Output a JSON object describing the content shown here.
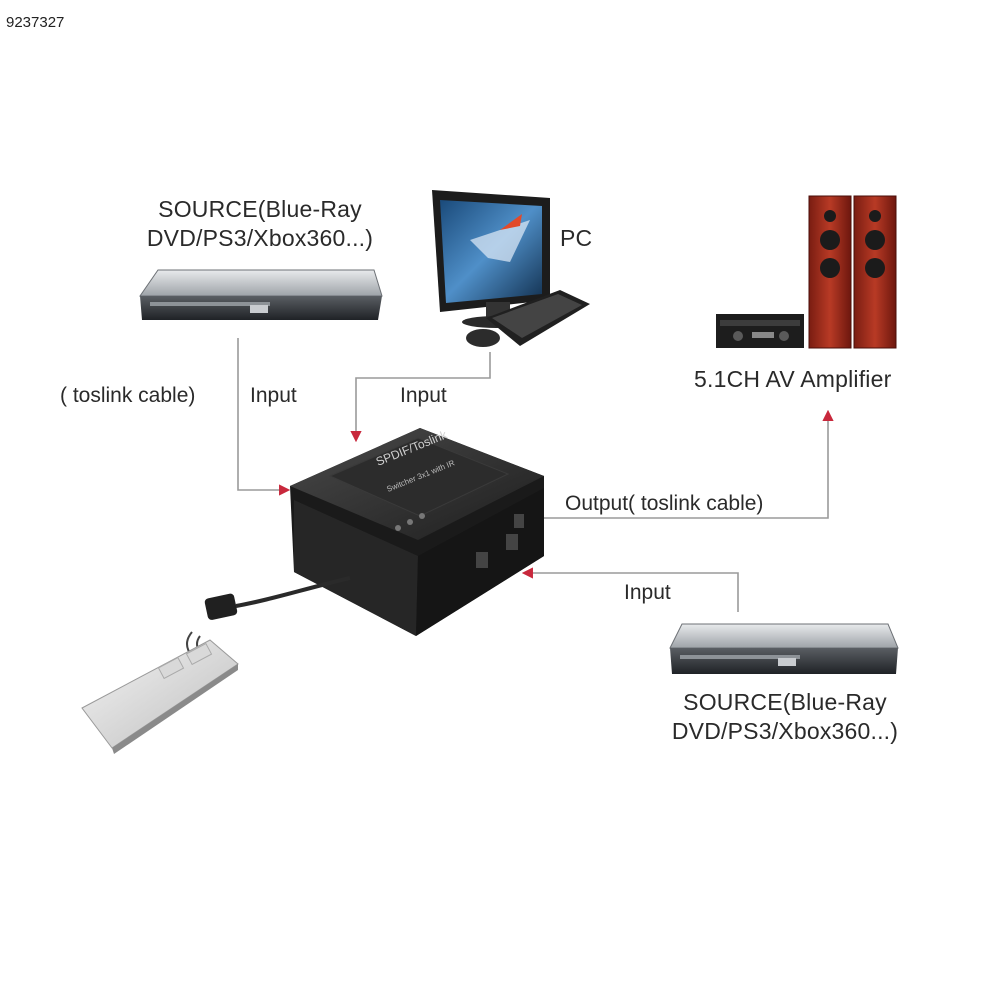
{
  "image_id_text": "9237327",
  "source_top": {
    "line1": "SOURCE(Blue-Ray",
    "line2": "DVD/PS3/Xbox360...)"
  },
  "pc_label": "PC",
  "amplifier_label": "5.1CH AV Amplifier",
  "toslink_label": "( toslink cable)",
  "input_left_label": "Input",
  "input_pc_label": "Input",
  "output_label": "Output( toslink cable)",
  "input_bottom_label": "Input",
  "source_bottom": {
    "line1": "SOURCE(Blue-Ray",
    "line2": "DVD/PS3/Xbox360...)"
  },
  "switch_top_text": "SPDIF/Toslink",
  "switch_sub_text": "Switcher 3x1 with IR",
  "colors": {
    "arrow": "#c8283c",
    "line": "#9a9a9a",
    "device_dark": "#2b2b2b",
    "speaker_wood": "#9b2a1c"
  }
}
